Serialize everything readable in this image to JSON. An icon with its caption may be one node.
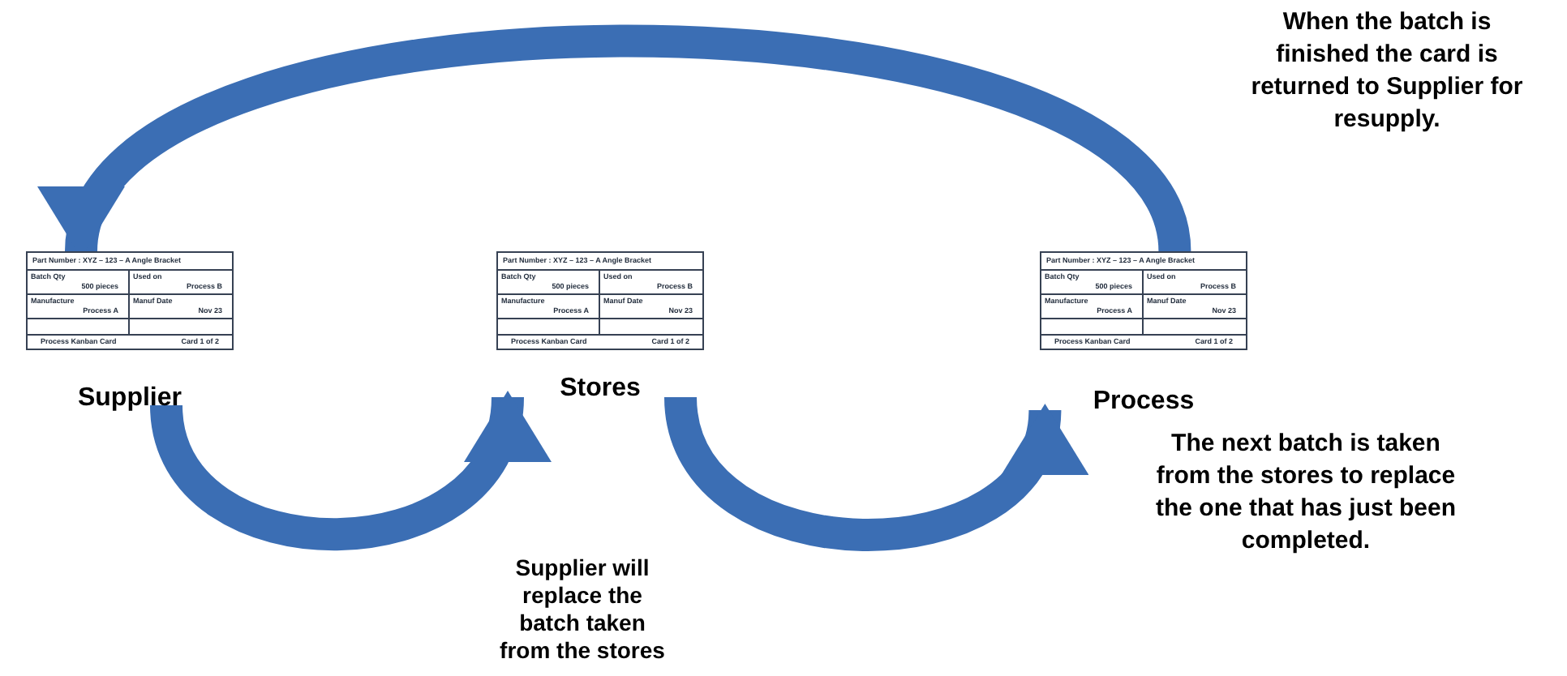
{
  "diagram": {
    "nodes": [
      {
        "text": [
          "Part Number : XYZ – 123 – A   Angle Bracket",
          "Batch Qty",
          "500 pieces",
          "Used on",
          "Process B",
          "Manufacture",
          "Process A",
          "Manuf Date",
          "Nov 23",
          "Process Kanban Card",
          "Card 1 of 2"
        ],
        "beside": [
          "Supplier"
        ]
      },
      {
        "text": [
          "Part Number : XYZ – 123 – A   Angle Bracket",
          "Batch Qty",
          "500 pieces",
          "Used on",
          "Process B",
          "Manufacture",
          "Process A",
          "Manuf Date",
          "Nov 23",
          "Process Kanban Card",
          "Card 1 of 2"
        ],
        "beside": [
          "Stores"
        ]
      },
      {
        "text": [
          "Part Number : XYZ – 123 – A   Angle Bracket",
          "Batch Qty",
          "500 pieces",
          "Used on",
          "Process B",
          "Manufacture",
          "Process A",
          "Manuf Date",
          "Nov 23",
          "Process Kanban Card",
          "Card 1 of 2"
        ],
        "beside": [
          "Process"
        ]
      }
    ],
    "edges": [
      {
        "from": 2,
        "to": 0,
        "arrow": "to"
      },
      {
        "from": 0,
        "to": 1,
        "arrow": "to"
      },
      {
        "from": 1,
        "to": 2,
        "arrow": "to"
      }
    ],
    "labels": [
      "When the batch is finished the card is returned to Supplier for resupply.",
      "The next batch is taken from the stores to replace the one that has just been completed.",
      "Supplier will replace the batch taken from the stores"
    ]
  }
}
